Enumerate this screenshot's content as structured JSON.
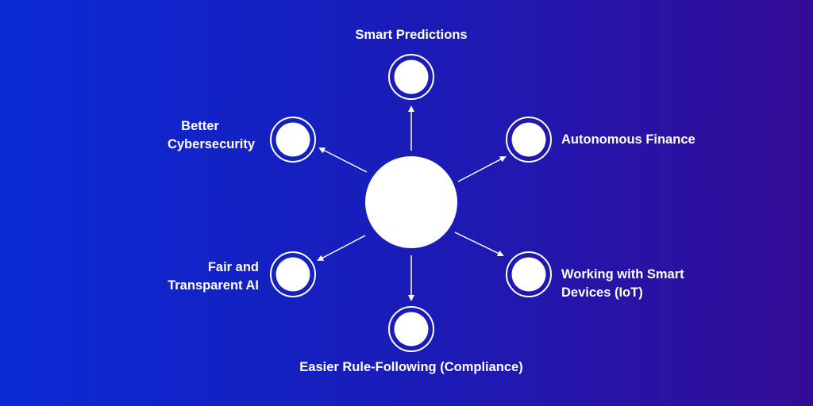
{
  "diagram": {
    "title": "AI in Finance – Future Directions",
    "colors": {
      "gradient_start": "#0a2ad6",
      "gradient_end": "#330c96",
      "node": "#ffffff"
    },
    "center": {
      "label": ""
    },
    "nodes": [
      {
        "id": "top",
        "line1": "Smart Predictions",
        "line2": ""
      },
      {
        "id": "top-right",
        "line1": "Autonomous Finance",
        "line2": ""
      },
      {
        "id": "bottom-right",
        "line1": "Working with Smart",
        "line2": "Devices (IoT)"
      },
      {
        "id": "bottom",
        "line1": "Easier Rule-Following (Compliance)",
        "line2": ""
      },
      {
        "id": "bottom-left",
        "line1": "Fair and",
        "line2": "Transparent AI"
      },
      {
        "id": "top-left",
        "line1": "Better",
        "line2": "Cybersecurity"
      }
    ]
  }
}
